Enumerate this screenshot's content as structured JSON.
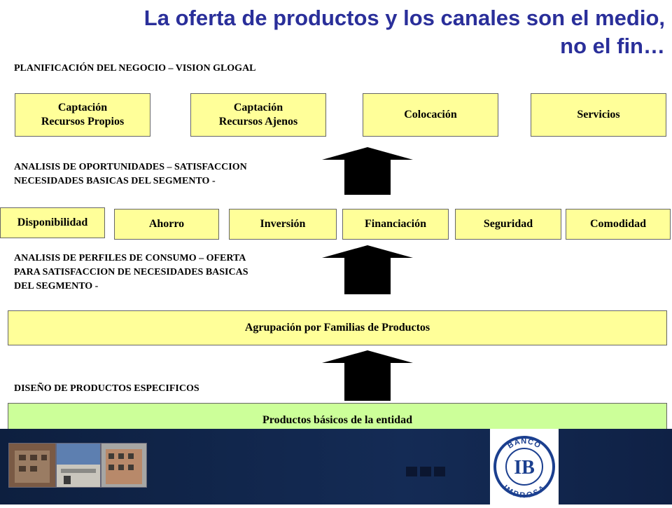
{
  "title": {
    "line1": "La oferta de productos y los canales son el medio,",
    "line2": "no el fin…"
  },
  "sections": {
    "planificacion": "PLANIFICACIÓN DEL NEGOCIO – VISION GLOGAL",
    "oportunidades_1": "ANALISIS DE OPORTUNIDADES – SATISFACCION",
    "oportunidades_2": "NECESIDADES BASICAS DEL SEGMENTO -",
    "perfiles_1": "ANALISIS DE PERFILES DE CONSUMO – OFERTA",
    "perfiles_2": "PARA SATISFACCION DE NECESIDADES BASICAS",
    "perfiles_3": "DEL SEGMENTO -",
    "diseno": "DISEÑO DE PRODUCTOS ESPECIFICOS"
  },
  "top_row": [
    {
      "line1": "Captación",
      "line2": "Recursos Propios"
    },
    {
      "line1": "Captación",
      "line2": "Recursos Ajenos"
    },
    {
      "line1": "Colocación",
      "line2": ""
    },
    {
      "line1": "Servicios",
      "line2": ""
    }
  ],
  "needs_row": [
    "Disponibilidad",
    "Ahorro",
    "Inversión",
    "Financiación",
    "Seguridad",
    "Comodidad"
  ],
  "familias": "Agrupación por Familias de Productos",
  "productos": "Productos básicos de la entidad",
  "logo": {
    "top_text": "BANCO",
    "bottom_text": "IMPROSA",
    "monogram": "IB"
  },
  "colors": {
    "title": "#2a2f9a",
    "yellow_box": "#ffff99",
    "green_box": "#ccff99",
    "footer": "#142b55",
    "logo": "#1b3f8f"
  }
}
